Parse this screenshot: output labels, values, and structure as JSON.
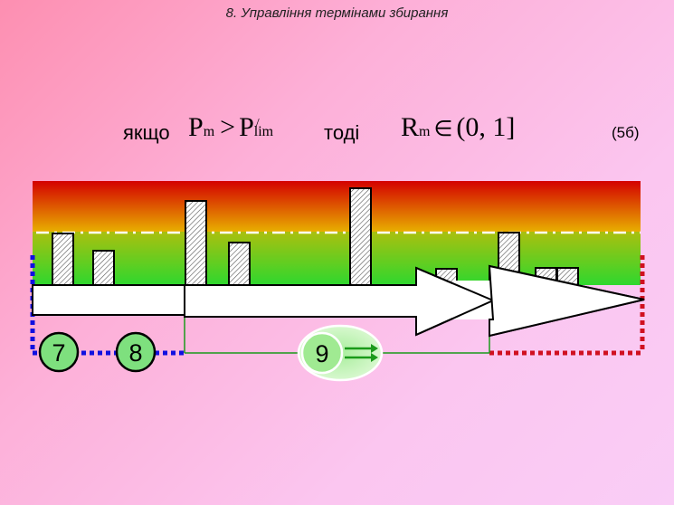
{
  "slide": {
    "title": "8. Управління термінами збирання"
  },
  "condition": {
    "if_word": "якщо",
    "then_word": "тоді",
    "lhs_symbol": "P",
    "lhs_subscript": "m",
    "operator": ">",
    "rhs_symbol": "P",
    "rhs_subscript": "lim",
    "rhs_superscript": "/",
    "result_symbol": "R",
    "result_subscript": "m",
    "result_operator": "∈",
    "result_interval": "(0, 1]",
    "equation_number": "(5б)"
  },
  "diagram": {
    "nodes": [
      {
        "label": "7"
      },
      {
        "label": "8"
      },
      {
        "label": "9"
      }
    ],
    "colors": {
      "band_top": "#d40000",
      "band_mid": "#e8b400",
      "band_bottom": "#2fd82f",
      "blue_dotted": "#1010e0",
      "red_dotted": "#d01020",
      "green_line": "#1a9a1a",
      "node_fill": "#7ee07e",
      "node_halo": "#c8f5c8"
    }
  }
}
